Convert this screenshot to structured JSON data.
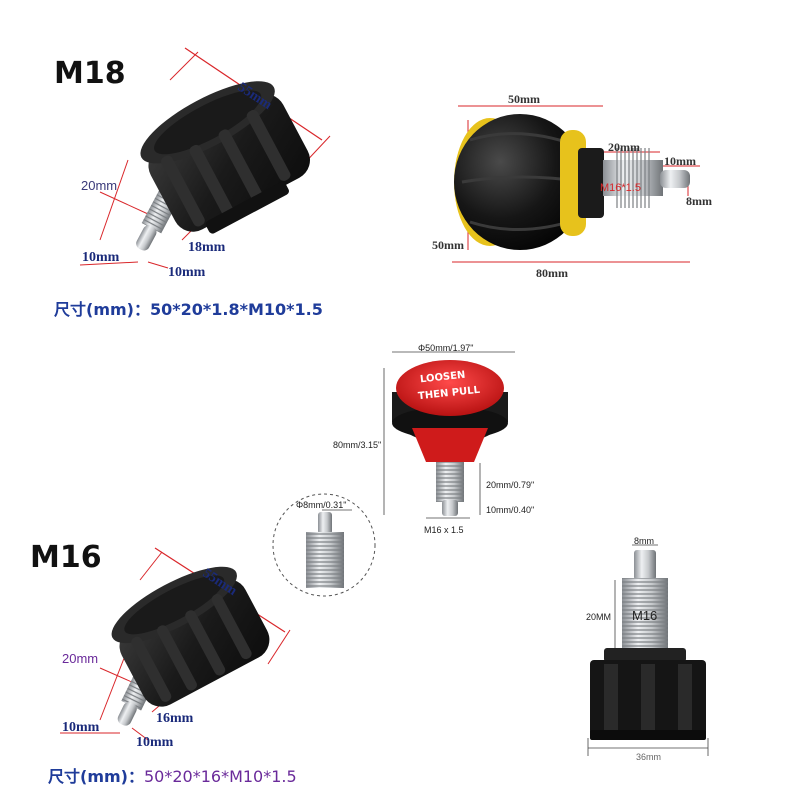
{
  "m18": {
    "title": "M18",
    "dim_length": "55mm",
    "dim_thread": "20mm",
    "dim_pin": "10mm",
    "dim_pin_len": "10mm",
    "dim_dia": "18mm",
    "spec_label": "尺寸(mm)：",
    "spec_value": "50*20*1.8*M10*1.5"
  },
  "yellow": {
    "dim_top": "50mm",
    "dim_thread": "20mm",
    "dim_pin": "10mm",
    "thread_label": "M16*1.5",
    "dim_pin_dia": "8mm",
    "dim_height": "50mm",
    "dim_total": "80mm"
  },
  "red": {
    "dim_dia": "Φ50mm/1.97\"",
    "dim_height": "80mm/3.15\"",
    "dim_thread": "20mm/0.79\"",
    "dim_pin": "10mm/0.40\"",
    "thread_label": "M16 x 1.5",
    "cap_top": "LOOSEN",
    "cap_bottom": "THEN PULL",
    "detail_pin": "Φ8mm/0.31\""
  },
  "m16": {
    "title": "M16",
    "dim_length": "55mm",
    "dim_thread": "20mm",
    "dim_pin": "10mm",
    "dim_pin_len": "10mm",
    "dim_dia": "16mm",
    "spec_label": "尺寸(mm)：",
    "spec_value": "50*20*16*M10*1.5"
  },
  "square": {
    "dim_pin": "8mm",
    "dim_thread": "20MM",
    "thread_label": "M16",
    "dim_width": "36mm"
  },
  "colors": {
    "knob_black": "#1c1c1c",
    "red_cap": "#d81e1e",
    "yellow_ring": "#e7c21c",
    "dimension_red": "#d9262a",
    "spec_blue": "#1f3c9a"
  }
}
